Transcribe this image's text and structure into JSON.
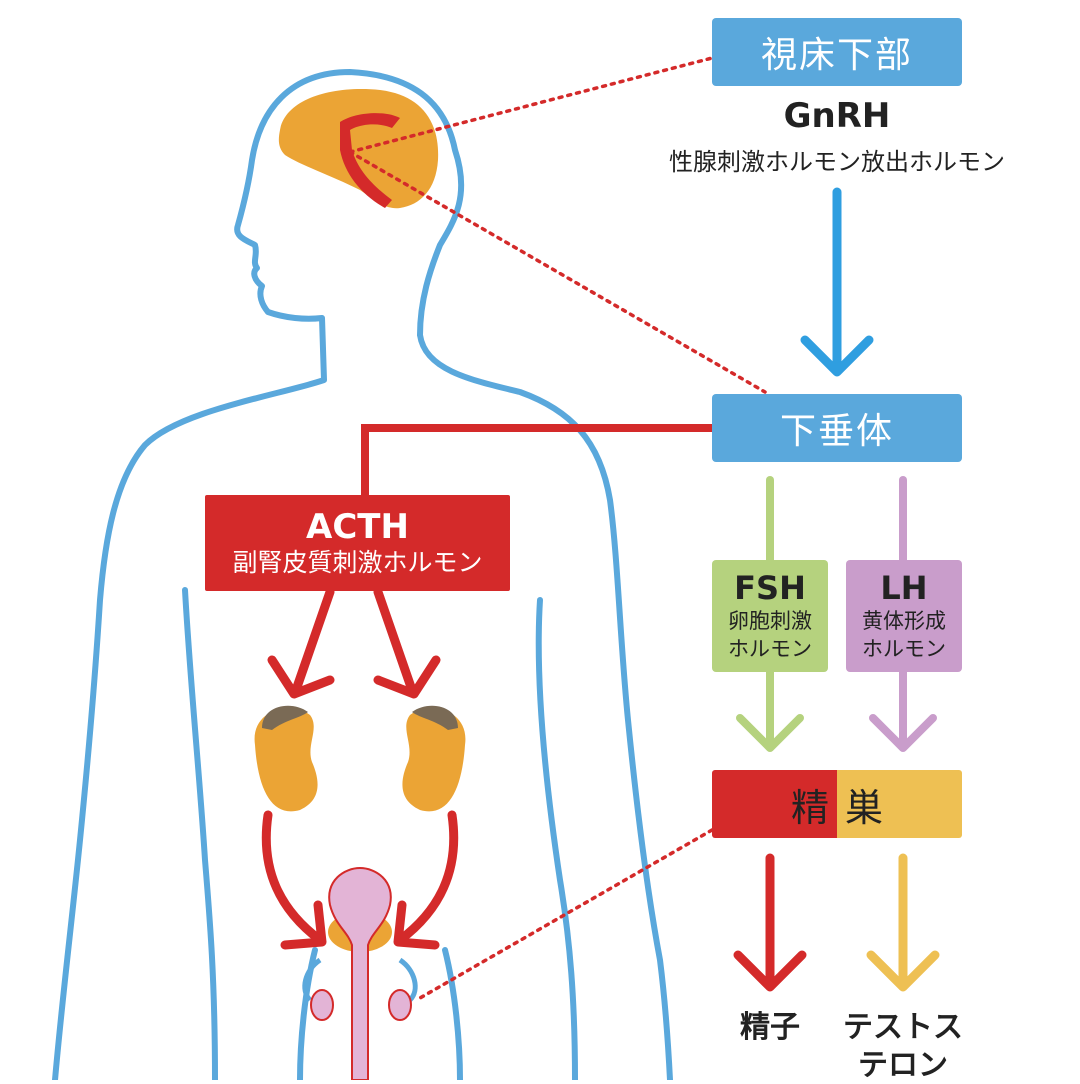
{
  "hypothalamus": {
    "label": "視床下部"
  },
  "gnrh": {
    "abbr": "GnRH",
    "name": "性腺刺激ホルモン放出ホルモン"
  },
  "pituitary": {
    "label": "下垂体"
  },
  "acth": {
    "abbr": "ACTH",
    "name": "副腎皮質刺激ホルモン"
  },
  "fsh": {
    "abbr": "FSH",
    "name_line1": "卵胞刺激",
    "name_line2": "ホルモン"
  },
  "lh": {
    "abbr": "LH",
    "name_line1": "黄体形成",
    "name_line2": "ホルモン"
  },
  "testis": {
    "char1": "精",
    "char2": "巣"
  },
  "outputs": {
    "sperm": "精子",
    "testosterone_line1": "テストス",
    "testosterone_line2": "テロン"
  },
  "colors": {
    "outline": "#5aa8dc",
    "blue_box": "#5aa8dc",
    "red": "#d42a2a",
    "orange": "#eba435",
    "dark_red": "#c0201e",
    "green": "#b5d27e",
    "purple": "#c99dcb",
    "yellow": "#eec053",
    "pink": "#e3b4d6",
    "gland_cap": "#7a6a55"
  }
}
